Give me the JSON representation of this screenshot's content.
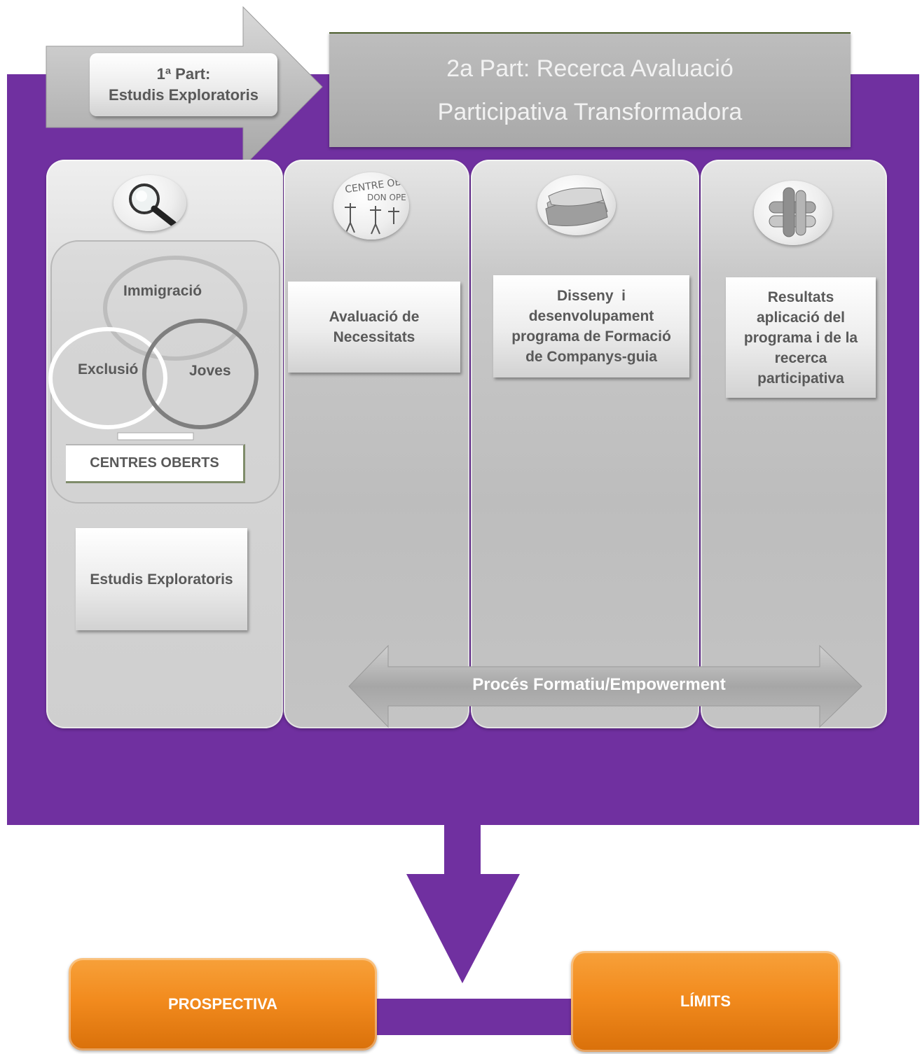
{
  "part1": {
    "label_line1": "1ª Part:",
    "label_line2": "Estudis Exploratoris"
  },
  "part2": {
    "title_line1": "2a Part: Recerca Avaluació",
    "title_line2": "Participativa Transformadora"
  },
  "venn": {
    "immigracio": "Immigració",
    "exclusio": "Exclusió",
    "joves": "Joves",
    "centres": "CENTRES OBERTS"
  },
  "boxes": {
    "estudis": "Estudis Exploratoris",
    "avaluacio_l1": "Avaluació de",
    "avaluacio_l2": "Necessitats",
    "disseny_l1": "Disseny  i",
    "disseny_l2": "desenvolupament",
    "disseny_l3": "programa de Formació",
    "disseny_l4": "de Companys-guia",
    "resultats_l1": "Resultats",
    "resultats_l2": "aplicació del",
    "resultats_l3": "programa i de la",
    "resultats_l4": "recerca",
    "resultats_l5": "participativa"
  },
  "process_arrow": "Procés Formatiu/Empowerment",
  "bottom": {
    "left": "PROSPECTIVA",
    "right": "LÍMITS"
  },
  "icons": [
    "magnifier-icon",
    "drawing-icon",
    "papers-icon",
    "hands-icon"
  ],
  "colors": {
    "purple": "#7030a0",
    "orange": "#f28b1e",
    "gray": "#bfbfbf"
  }
}
